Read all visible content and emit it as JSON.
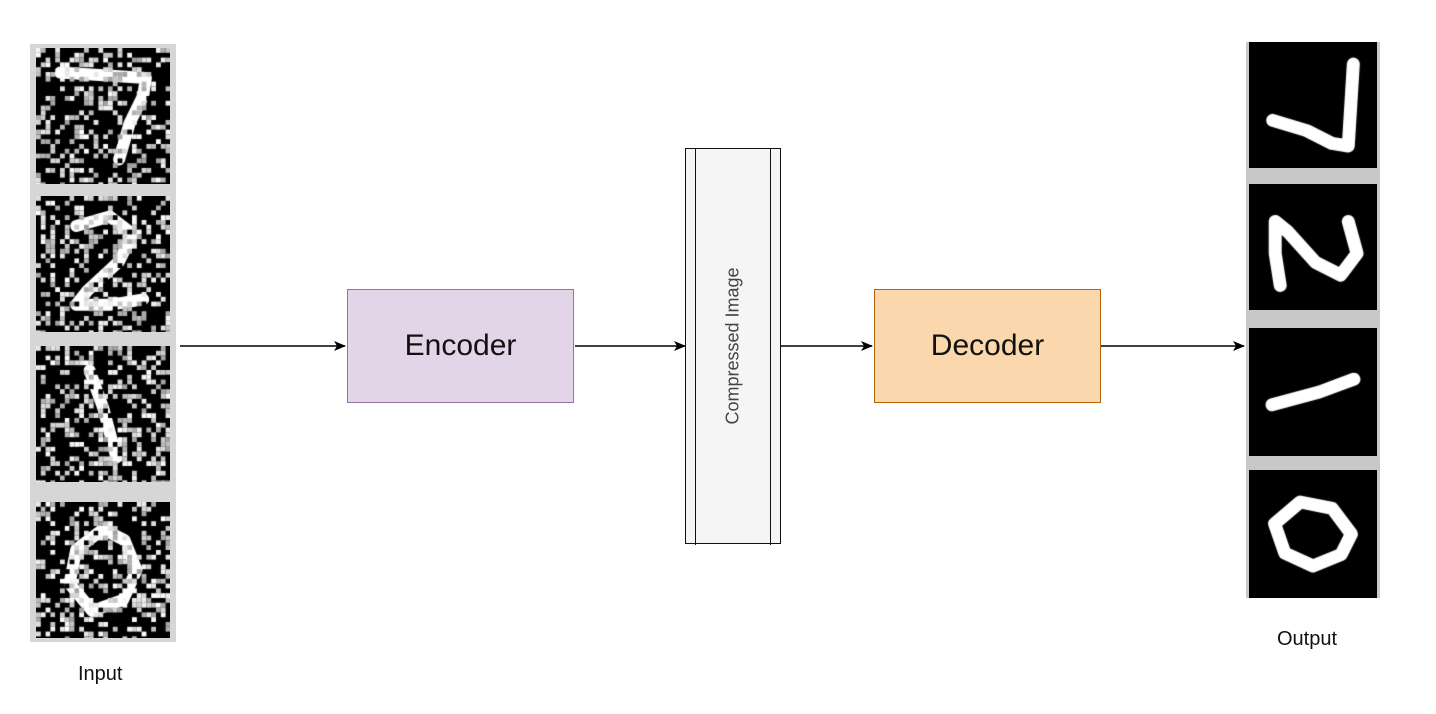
{
  "nodes": {
    "encoder": "Encoder",
    "bottleneck": "Compressed Image",
    "decoder": "Decoder"
  },
  "captions": {
    "input": "Input",
    "output": "Output"
  },
  "input_images": [
    {
      "digit": "noisy-7"
    },
    {
      "digit": "noisy-2"
    },
    {
      "digit": "noisy-1"
    },
    {
      "digit": "noisy-0"
    }
  ],
  "output_images": [
    {
      "digit": "7"
    },
    {
      "digit": "2"
    },
    {
      "digit": "1"
    },
    {
      "digit": "0"
    }
  ],
  "colors": {
    "encoder_fill": "#e1d5e7",
    "encoder_stroke": "#9673a6",
    "decoder_fill": "#fad7ac",
    "decoder_stroke": "#b46504",
    "bottleneck_fill": "#f5f5f5"
  }
}
